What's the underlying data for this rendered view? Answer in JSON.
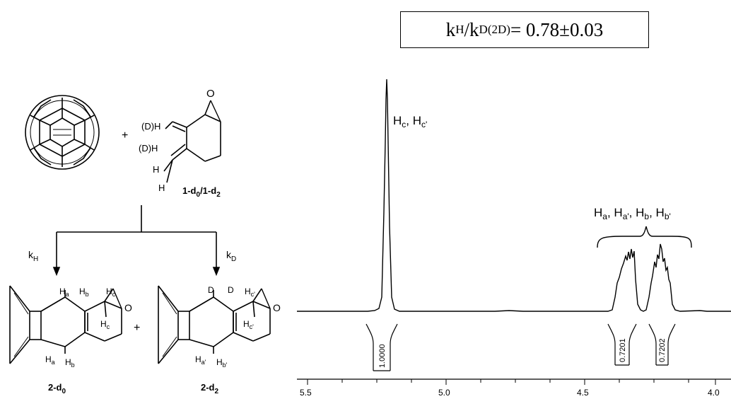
{
  "kie_box": {
    "kH": "k",
    "kH_sub": "H",
    "slash": "/",
    "kD": "k",
    "kD_sub": "D(2D)",
    "value": " = 0.78±0.03"
  },
  "scheme": {
    "plus_top": "+",
    "plus_bottom": "+",
    "reactant_label": "1-d",
    "reactant_label_sub1": "0",
    "reactant_label_mid": "/1-d",
    "reactant_label_sub2": "2",
    "kH": "k",
    "kH_sub": "H",
    "kD": "k",
    "kD_sub": "D",
    "product_d0": "2-d",
    "product_d0_sub": "0",
    "product_d2": "2-d",
    "product_d2_sub": "2",
    "atom_O": "O",
    "atom_DH": "(D)H",
    "atom_H": "H",
    "atom_D": "D",
    "Ha": "H",
    "a": "a",
    "Hb": "H",
    "b": "b",
    "Hc": "H",
    "c": "c",
    "ap": "a'",
    "bp": "b'",
    "cp": "c'"
  },
  "spectrum": {
    "peak1_label": "H",
    "peak1_sub1": "c",
    "peak1_sep": ", H",
    "peak1_sub2": "c'",
    "group_label_parts": [
      "H",
      "a",
      ", H",
      "a'",
      ", H",
      "b",
      ", H",
      "b'"
    ],
    "integrals": [
      "1.0000",
      "0.7201",
      "0.7202"
    ],
    "axis_ticks": [
      "5.5",
      "5.0",
      "4.5",
      "4.0"
    ]
  }
}
